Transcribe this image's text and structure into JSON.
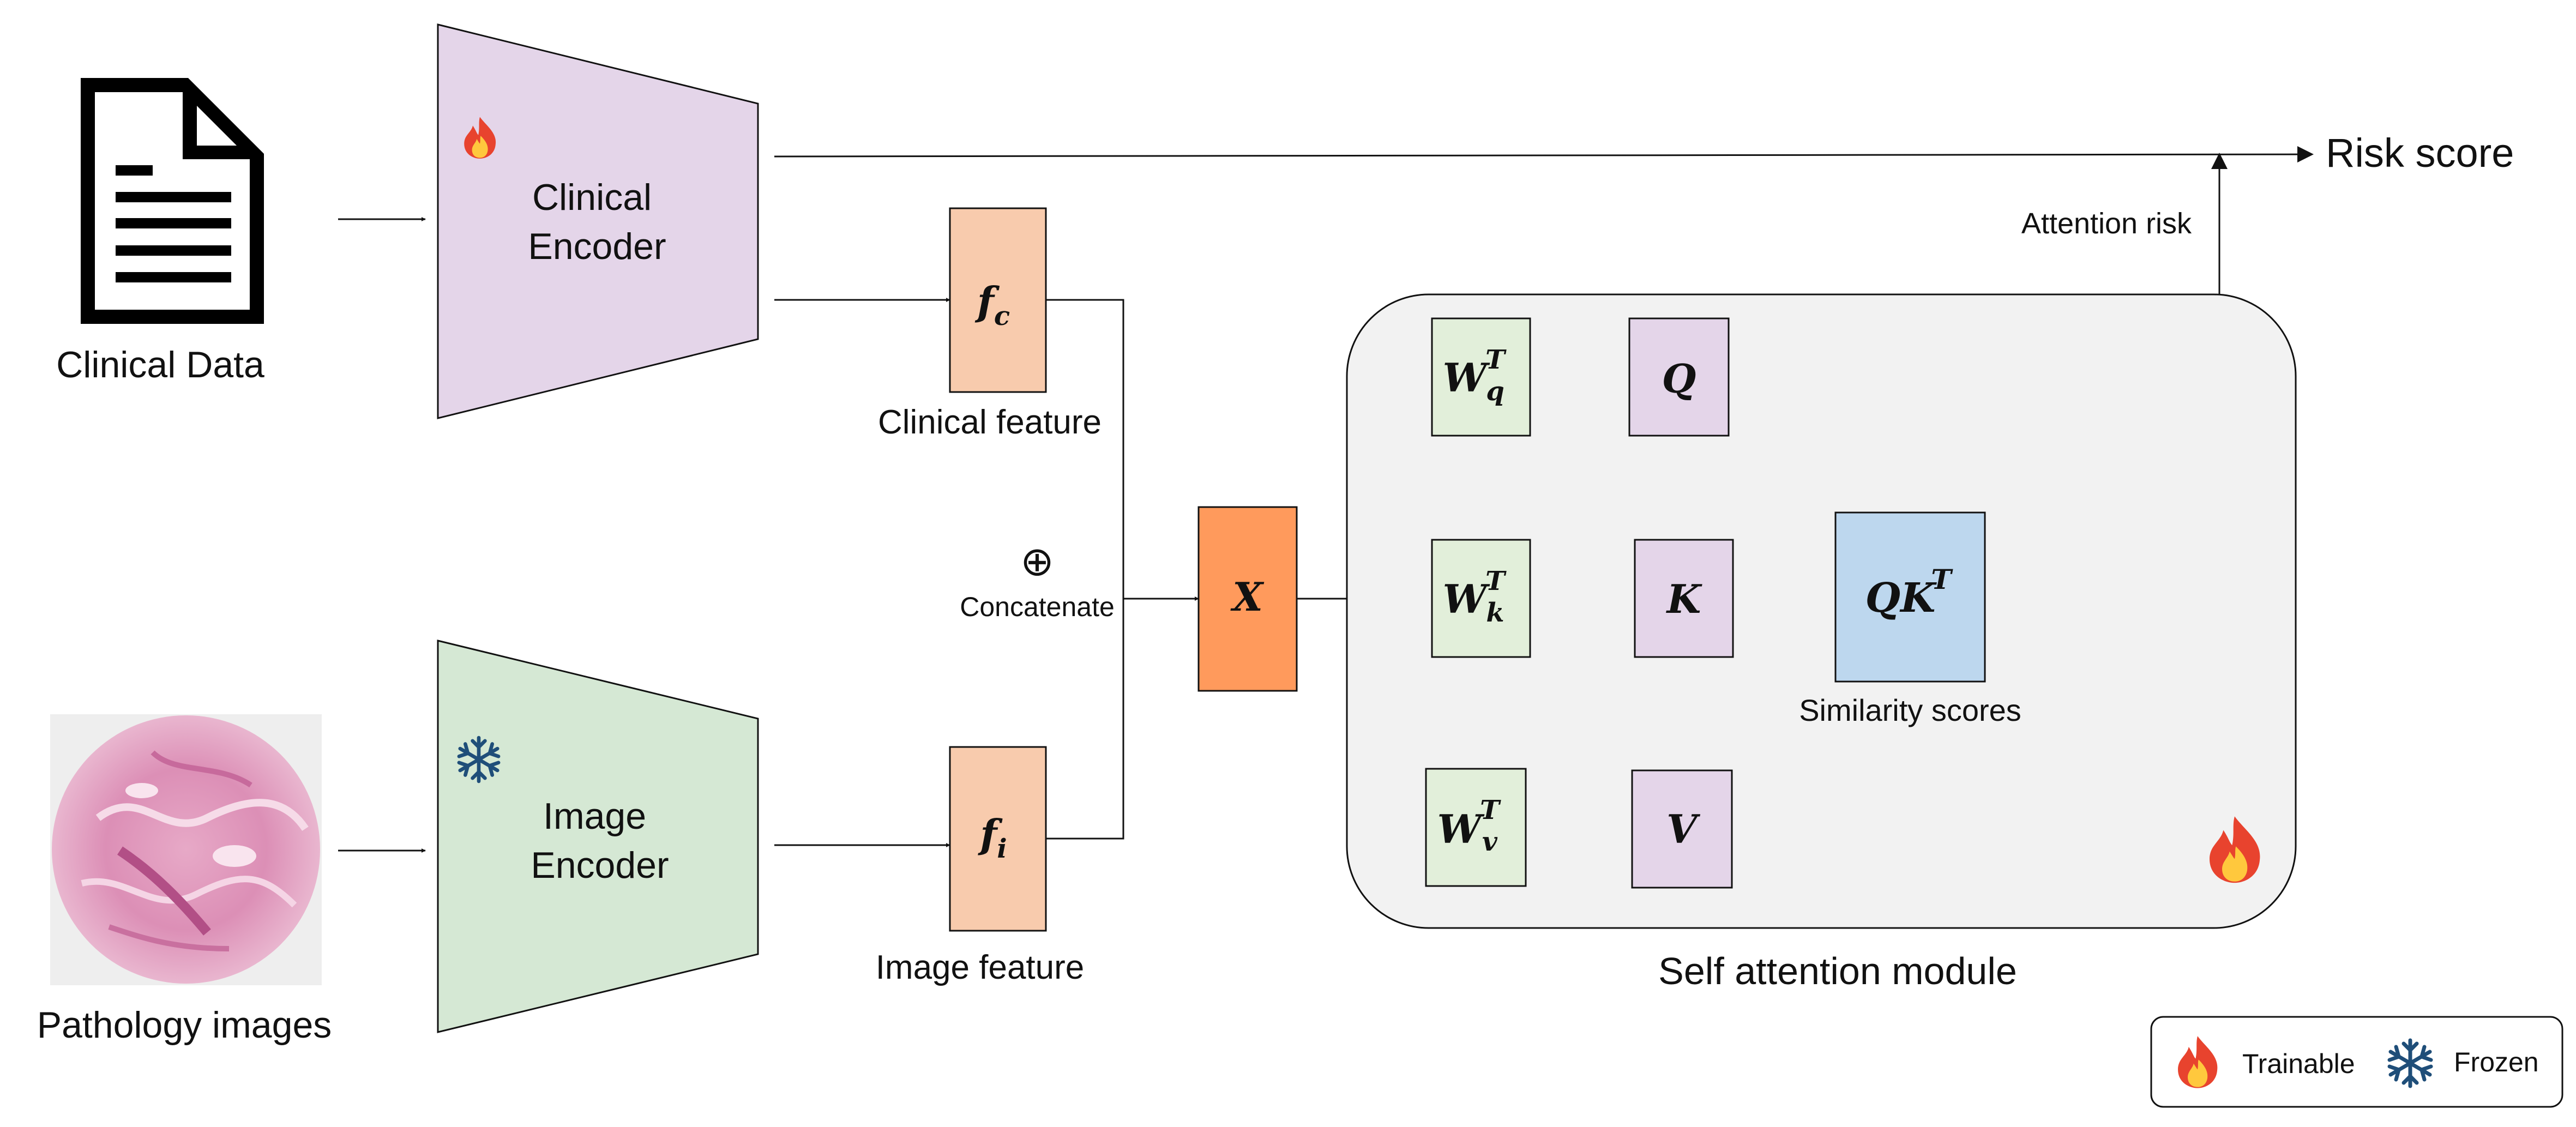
{
  "inputs": {
    "clinical_label": "Clinical Data",
    "pathology_label": "Pathology images"
  },
  "encoders": {
    "clinical": {
      "line1": "Clinical",
      "line2": "Encoder",
      "color": "#e4d5e9"
    },
    "image": {
      "line1": "Image",
      "line2": "Encoder",
      "color": "#d5e8d4"
    }
  },
  "features": {
    "clinical": {
      "symbol": "f",
      "subscript": "c",
      "label": "Clinical feature",
      "color": "#f8cbad"
    },
    "image": {
      "symbol": "f",
      "subscript": "i",
      "label": "Image feature",
      "color": "#f8cbad"
    }
  },
  "concat": {
    "symbol": "⊕",
    "label": "Concatenate"
  },
  "x_node": {
    "symbol": "X",
    "color": "#ff9a5c"
  },
  "attention": {
    "module_label": "Self attention module",
    "weights": [
      {
        "base": "W",
        "sup": "T",
        "sub": "q"
      },
      {
        "base": "W",
        "sup": "T",
        "sub": "k"
      },
      {
        "base": "W",
        "sup": "T",
        "sub": "v"
      }
    ],
    "outputs": [
      "Q",
      "K",
      "V"
    ],
    "similarity": {
      "base": "QK",
      "sup": "T",
      "label": "Similarity scores",
      "color": "#bdd7ee"
    },
    "weight_color": "#e2efda",
    "output_color": "#e4d5e9",
    "module_fill": "#f2f2f2"
  },
  "outputs": {
    "risk_score": "Risk score",
    "attention_risk": "Attention risk"
  },
  "legend": {
    "trainable": "Trainable",
    "frozen": "Frozen",
    "trainable_icon": "fire-icon",
    "frozen_icon": "snowflake-icon"
  }
}
